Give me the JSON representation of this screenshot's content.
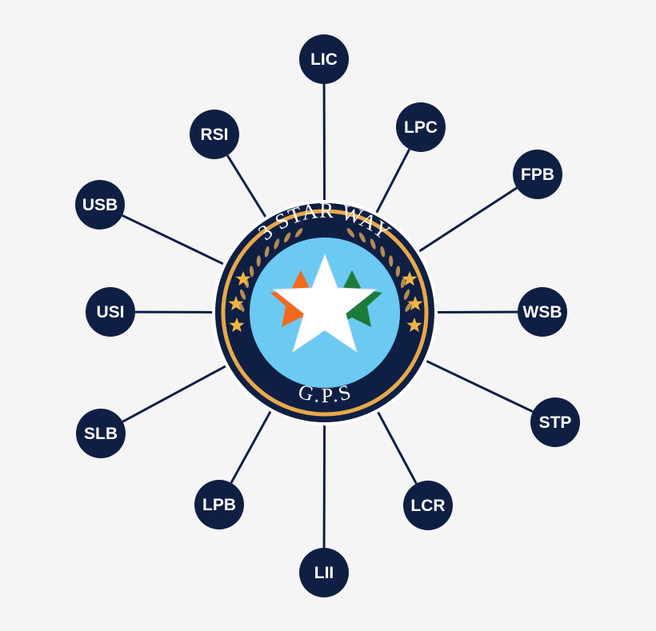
{
  "emblem": {
    "top_text": "3 STAR WAY",
    "bottom_text": "G.P.S",
    "colors": {
      "ring_outer": "#0f1f44",
      "ring_gold": "#e8a94a",
      "center_sky": "#6cc9f2",
      "star_white": "#ffffff",
      "star_orange": "#f26a1c",
      "star_green": "#1e7a3a",
      "small_star": "#f2b441",
      "laurel": "#b58c53"
    }
  },
  "colors": {
    "node_fill": "#0f1f44",
    "connector": "#0f1f44",
    "node_text": "#ffffff",
    "background": "#f5f5f6"
  },
  "nodes": [
    {
      "id": "lic",
      "label": "LIC"
    },
    {
      "id": "lpc",
      "label": "LPC"
    },
    {
      "id": "fpb",
      "label": "FPB"
    },
    {
      "id": "wsb",
      "label": "WSB"
    },
    {
      "id": "stp",
      "label": "STP"
    },
    {
      "id": "lcr",
      "label": "LCR"
    },
    {
      "id": "lii",
      "label": "LII"
    },
    {
      "id": "lpb",
      "label": "LPB"
    },
    {
      "id": "slb",
      "label": "SLB"
    },
    {
      "id": "usi",
      "label": "USI"
    },
    {
      "id": "usb",
      "label": "USB"
    },
    {
      "id": "rsi",
      "label": "RSI"
    }
  ]
}
